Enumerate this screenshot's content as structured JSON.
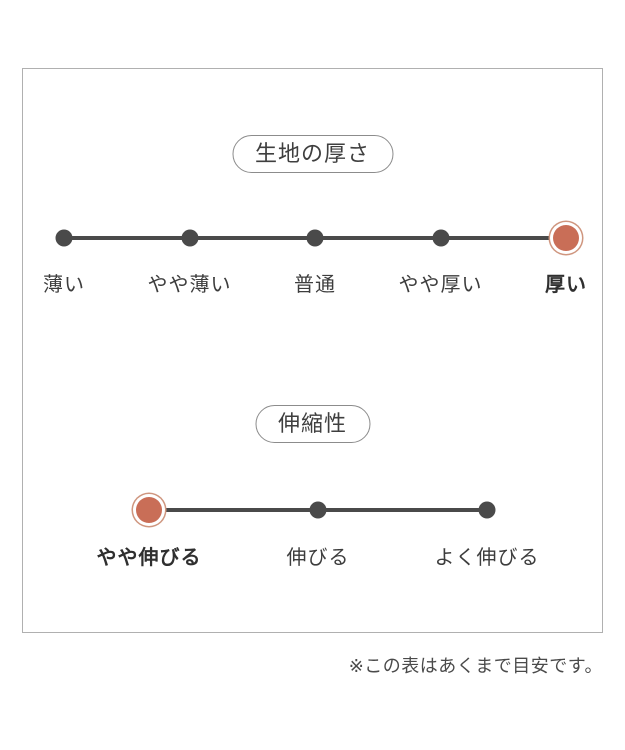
{
  "colors": {
    "accent": "#c96e57",
    "accent_ring": "#cf967f",
    "scale_dark": "#4a4a4a",
    "panel_border": "#b0b0b0"
  },
  "sections": [
    {
      "title": "生地の厚さ",
      "points": [
        {
          "label": "薄い",
          "active": false
        },
        {
          "label": "やや薄い",
          "active": false
        },
        {
          "label": "普通",
          "active": false
        },
        {
          "label": "やや厚い",
          "active": false
        },
        {
          "label": "厚い",
          "active": true
        }
      ],
      "selected": "厚い"
    },
    {
      "title": "伸縮性",
      "points": [
        {
          "label": "やや伸びる",
          "active": true
        },
        {
          "label": "伸びる",
          "active": false
        },
        {
          "label": "よく伸びる",
          "active": false
        }
      ],
      "selected": "やや伸びる"
    }
  ],
  "footnote": "※この表はあくまで目安です。"
}
